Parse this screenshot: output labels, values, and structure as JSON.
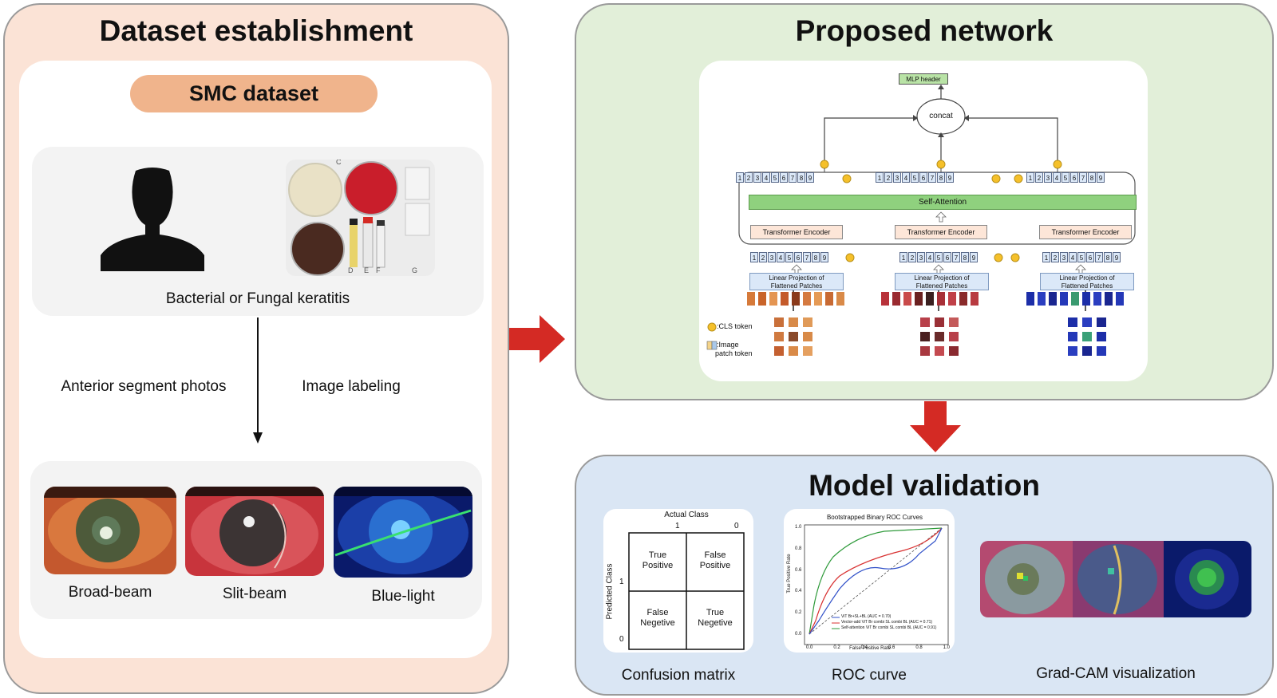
{
  "dataset": {
    "title": "Dataset establishment",
    "subtitle": "SMC dataset",
    "source_label": "Bacterial or Fungal keratitis",
    "plate_letters": [
      "C",
      "D",
      "E",
      "F",
      "G"
    ],
    "arrow_left_label": "Anterior segment photos",
    "arrow_right_label": "Image labeling",
    "photos": [
      {
        "label": "Broad-beam"
      },
      {
        "label": "Slit-beam"
      },
      {
        "label": "Blue-light"
      }
    ]
  },
  "network": {
    "title": "Proposed network",
    "mlp_label": "MLP header",
    "concat_label": "concat",
    "self_attention_label": "Self-Attention",
    "encoder_label": "Transformer Encoder",
    "projection_line1": "Linear Projection of",
    "projection_line2": "Flattened Patches",
    "token_numbers": [
      "1",
      "2",
      "3",
      "4",
      "5",
      "6",
      "7",
      "8",
      "9"
    ],
    "legend_cls": ":CLS token",
    "legend_patch_line1": ":Image",
    "legend_patch_line2": "patch token"
  },
  "validation": {
    "title": "Model validation",
    "confusion": {
      "label": "Confusion matrix",
      "actual_class": "Actual Class",
      "predicted_class": "Predicted Class",
      "col_1": "1",
      "col_0": "0",
      "row_1": "1",
      "row_0": "0",
      "tp_line1": "True",
      "tp_line2": "Positive",
      "fp_line1": "False",
      "fp_line2": "Positive",
      "fn_line1": "False",
      "fn_line2": "Negetive",
      "tn_line1": "True",
      "tn_line2": "Negetive"
    },
    "roc": {
      "label": "ROC curve",
      "title": "Bootstrapped Binary ROC Curves",
      "xlabel": "False Positive Rate",
      "ylabel": "True Positive Rate",
      "xticks": [
        "0.0",
        "0.2",
        "0.4",
        "0.6",
        "0.8",
        "1.0"
      ],
      "yticks": [
        "0.0",
        "0.2",
        "0.4",
        "0.6",
        "0.8",
        "1.0"
      ],
      "legend": [
        "ViT Br+SL+BL (AUC = 0.70)",
        "Vector-add ViT Br combi SL combi BL (AUC = 0.71)",
        "Self-attention ViT Br combi SL combi BL (AUC = 0.91)"
      ]
    },
    "gradcam_label": "Grad-CAM visualization"
  },
  "colors": {
    "dataset_bg": "#fbe3d6",
    "network_bg": "#e2efd9",
    "validation_bg": "#dae6f4",
    "accent_red": "#d42a24",
    "pill": "#f0b48c",
    "self_attention": "#8fd17e",
    "cls_token": "#f5c02a"
  }
}
